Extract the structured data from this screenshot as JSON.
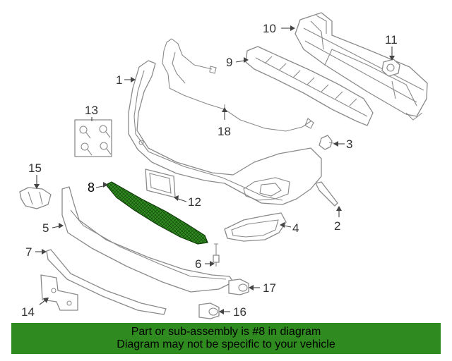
{
  "callouts": {
    "c1": "1",
    "c2": "2",
    "c3": "3",
    "c4": "4",
    "c5": "5",
    "c6": "6",
    "c7": "7",
    "c8": "8",
    "c9": "9",
    "c10": "10",
    "c11": "11",
    "c12": "12",
    "c13": "13",
    "c14": "14",
    "c15": "15",
    "c16": "16",
    "c17": "17",
    "c18": "18"
  },
  "highlight": {
    "part": "8",
    "color": "#2f8a20"
  },
  "banner": {
    "line1": "Part or sub-assembly is #8 in diagram",
    "line2": "Diagram may not be specific to your vehicle",
    "color": "#2f8a20"
  }
}
